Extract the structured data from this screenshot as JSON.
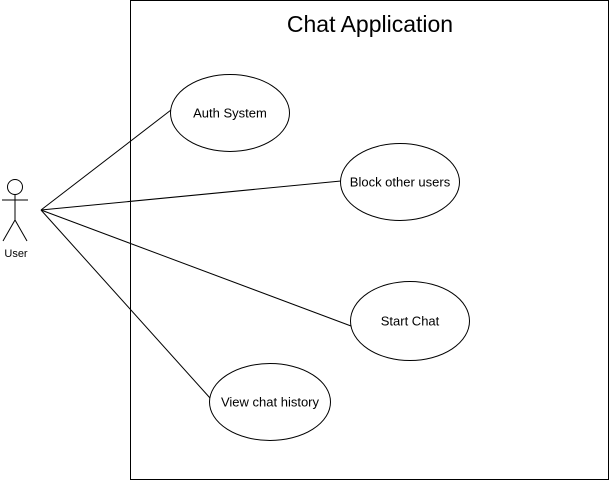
{
  "system": {
    "title": "Chat Application"
  },
  "actor": {
    "label": "User"
  },
  "use_cases": [
    {
      "label": "Auth System"
    },
    {
      "label": "Block other users"
    },
    {
      "label": "Start Chat"
    },
    {
      "label": "View chat history"
    }
  ],
  "colors": {
    "stroke": "#000000",
    "fill": "#ffffff"
  }
}
